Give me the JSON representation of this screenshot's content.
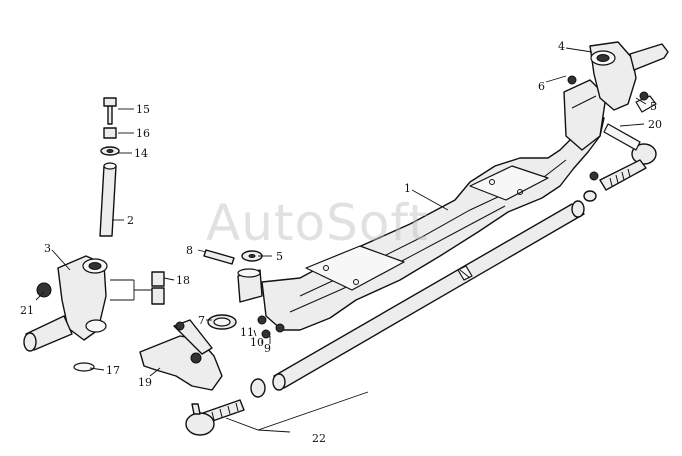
{
  "watermark": "AutoSoft",
  "callouts": [
    {
      "id": "c1",
      "text": "1"
    },
    {
      "id": "c2",
      "text": "2"
    },
    {
      "id": "c3",
      "text": "3"
    },
    {
      "id": "c4",
      "text": "4"
    },
    {
      "id": "c5a",
      "text": "5"
    },
    {
      "id": "c5b",
      "text": "5"
    },
    {
      "id": "c6",
      "text": "6"
    },
    {
      "id": "c7",
      "text": "7"
    },
    {
      "id": "c8",
      "text": "8"
    },
    {
      "id": "c9",
      "text": "9"
    },
    {
      "id": "c10",
      "text": "10"
    },
    {
      "id": "c11",
      "text": "11"
    },
    {
      "id": "c14",
      "text": "14"
    },
    {
      "id": "c15",
      "text": "15"
    },
    {
      "id": "c16",
      "text": "16"
    },
    {
      "id": "c17",
      "text": "17"
    },
    {
      "id": "c18",
      "text": "18"
    },
    {
      "id": "c19",
      "text": "19"
    },
    {
      "id": "c20",
      "text": "20"
    },
    {
      "id": "c21",
      "text": "21"
    },
    {
      "id": "c22",
      "text": "22"
    }
  ]
}
